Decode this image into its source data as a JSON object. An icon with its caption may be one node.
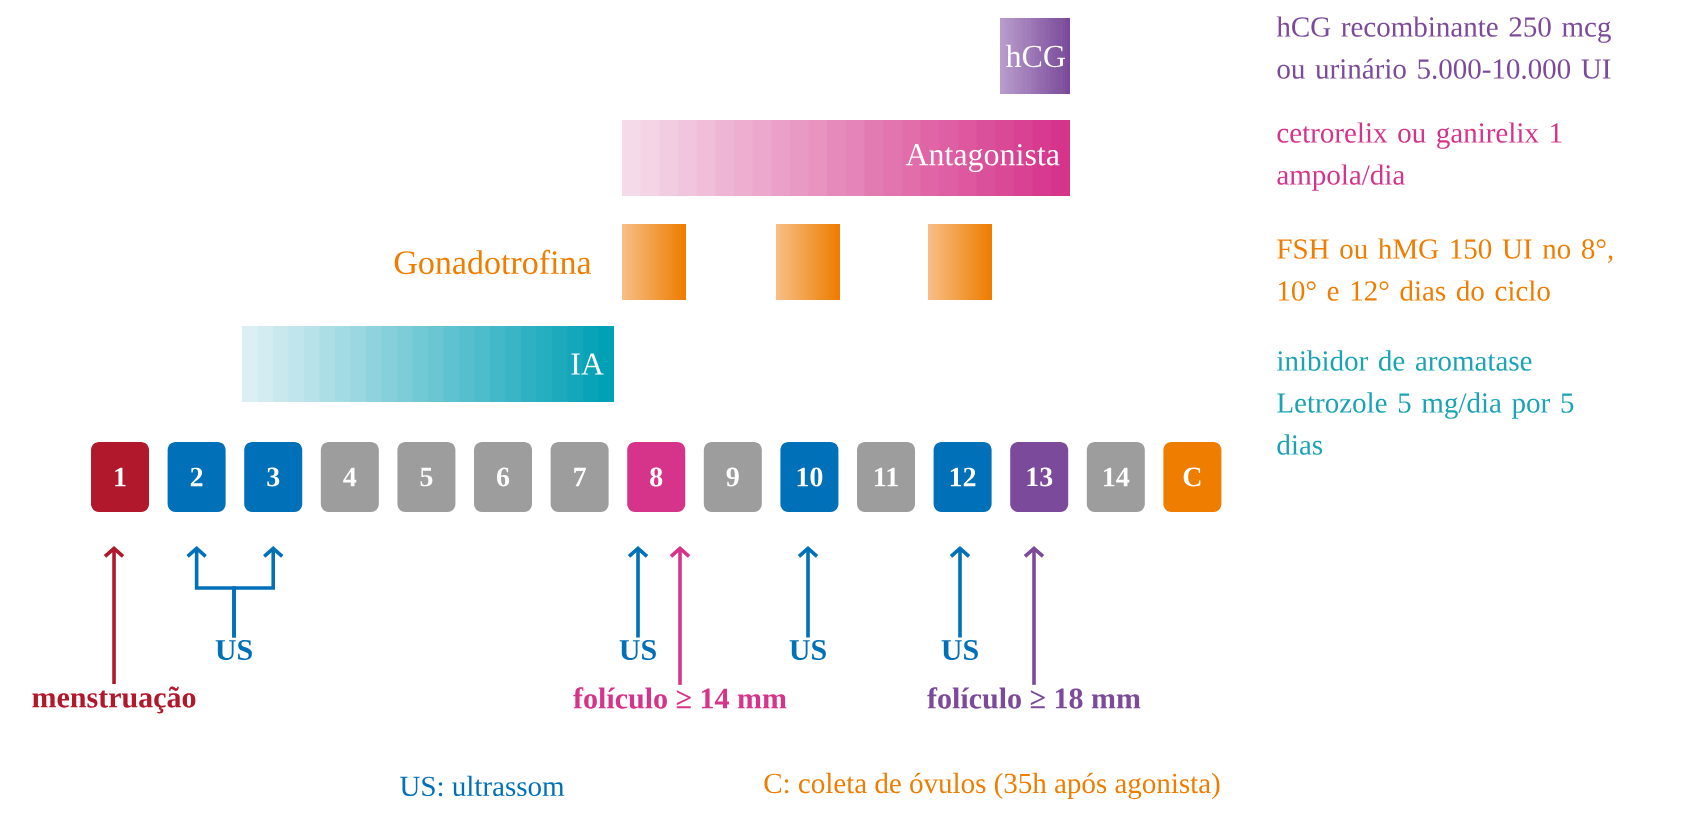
{
  "diagram": {
    "nodes": [
      {
        "text": [
          "hCG"
        ]
      },
      {
        "text": [
          "Antagonista"
        ]
      },
      {
        "text": [],
        "shape": "box"
      },
      {
        "text": [],
        "shape": "box"
      },
      {
        "text": [],
        "shape": "box"
      },
      {
        "text": [
          "IA"
        ]
      },
      {
        "text": [
          "1"
        ]
      },
      {
        "text": [
          "2"
        ]
      },
      {
        "text": [
          "3"
        ]
      },
      {
        "text": [
          "4"
        ]
      },
      {
        "text": [
          "5"
        ]
      },
      {
        "text": [
          "6"
        ]
      },
      {
        "text": [
          "7"
        ]
      },
      {
        "text": [
          "8"
        ]
      },
      {
        "text": [
          "9"
        ]
      },
      {
        "text": [
          "10"
        ]
      },
      {
        "text": [
          "11"
        ]
      },
      {
        "text": [
          "12"
        ]
      },
      {
        "text": [
          "13"
        ]
      },
      {
        "text": [
          "14"
        ]
      },
      {
        "text": [
          "C"
        ]
      },
      {
        "text": [
          "menstruação"
        ]
      },
      {
        "text": [
          "US"
        ]
      },
      {
        "text": [
          "US"
        ]
      },
      {
        "text": [
          "folículo ≥ 14 mm"
        ]
      },
      {
        "text": [
          "US"
        ]
      },
      {
        "text": [
          "US"
        ]
      },
      {
        "text": [
          "folículo ≥ 18 mm"
        ]
      }
    ],
    "edges": [
      {
        "from": 21,
        "to": 6,
        "arrow": "to",
        "color": "#b2182b"
      },
      {
        "from": 22,
        "to": 7,
        "arrow": "to"
      },
      {
        "from": 22,
        "to": 8,
        "arrow": "to"
      },
      {
        "from": 23,
        "to": 13,
        "arrow": "to"
      },
      {
        "from": 24,
        "to": 13,
        "arrow": "to",
        "color": "#d6338a"
      },
      {
        "from": 25,
        "to": 15,
        "arrow": "to"
      },
      {
        "from": 26,
        "to": 17,
        "arrow": "to"
      },
      {
        "from": 27,
        "to": 18,
        "arrow": "to",
        "color": "#7b4a9a"
      }
    ],
    "labels": [
      "Gonadotrofina",
      "hCG recombinante 250 mcg ou urinário 5.000-10.000 UI",
      "cetrorelix ou ganirelix 1 ampola/dia",
      "FSH ou hMG 150 UI no 8°, 10° e 12° dias do ciclo",
      "inibidor de aromatase Letrozole 5 mg/dia por 5 dias",
      "US: ultrassom",
      "C: coleta de óvulos (35h após agonista)"
    ]
  }
}
